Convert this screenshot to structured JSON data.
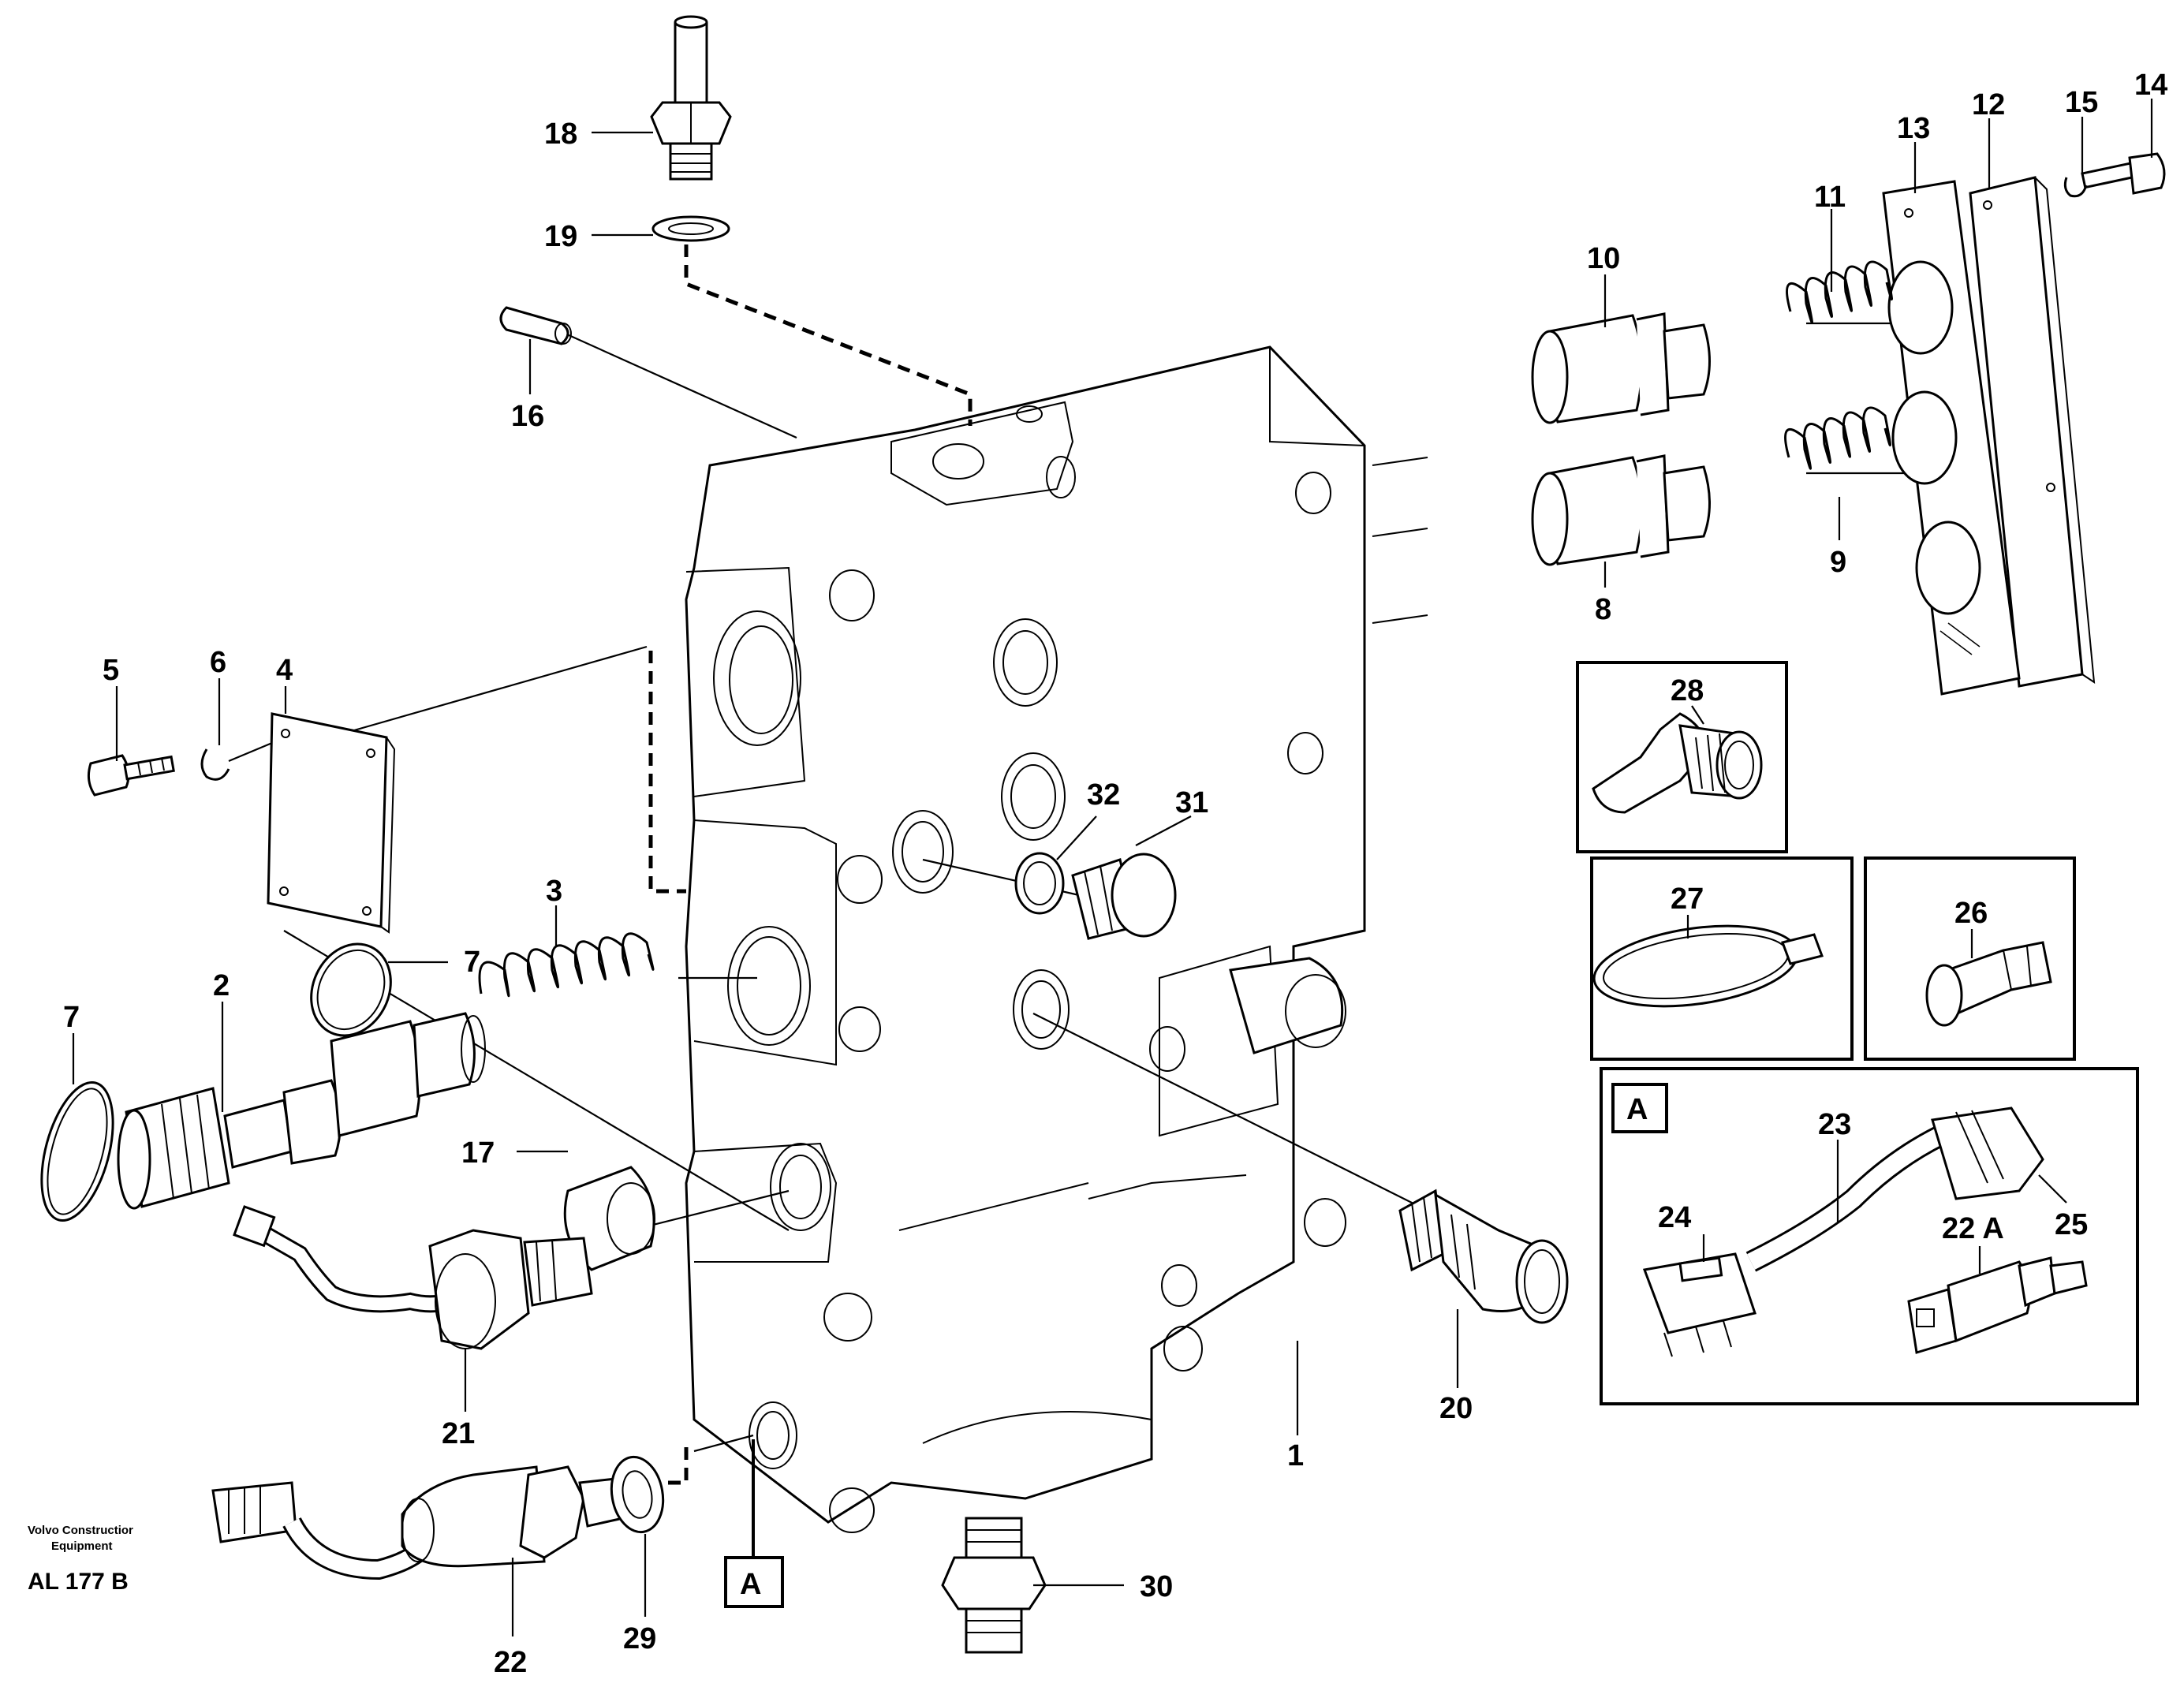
{
  "diagram": {
    "labels": {
      "p1": "1",
      "p2": "2",
      "p3": "3",
      "p4": "4",
      "p5": "5",
      "p6": "6",
      "p7a": "7",
      "p7b": "7",
      "p8": "8",
      "p9": "9",
      "p10": "10",
      "p11": "11",
      "p12": "12",
      "p13": "13",
      "p14": "14",
      "p15": "15",
      "p16": "16",
      "p17": "17",
      "p18": "18",
      "p19": "19",
      "p20": "20",
      "p21": "21",
      "p22": "22",
      "p22a": "22 A",
      "p23": "23",
      "p24": "24",
      "p25": "25",
      "p26": "26",
      "p27": "27",
      "p28": "28",
      "p29": "29",
      "p30": "30",
      "p31": "31",
      "p32": "32"
    },
    "view_ref": "A",
    "view_ref_detail": "A",
    "footer": {
      "company_line1": "Volvo Constructior",
      "company_line2": "Equipment",
      "code": "AL 177 B"
    }
  }
}
